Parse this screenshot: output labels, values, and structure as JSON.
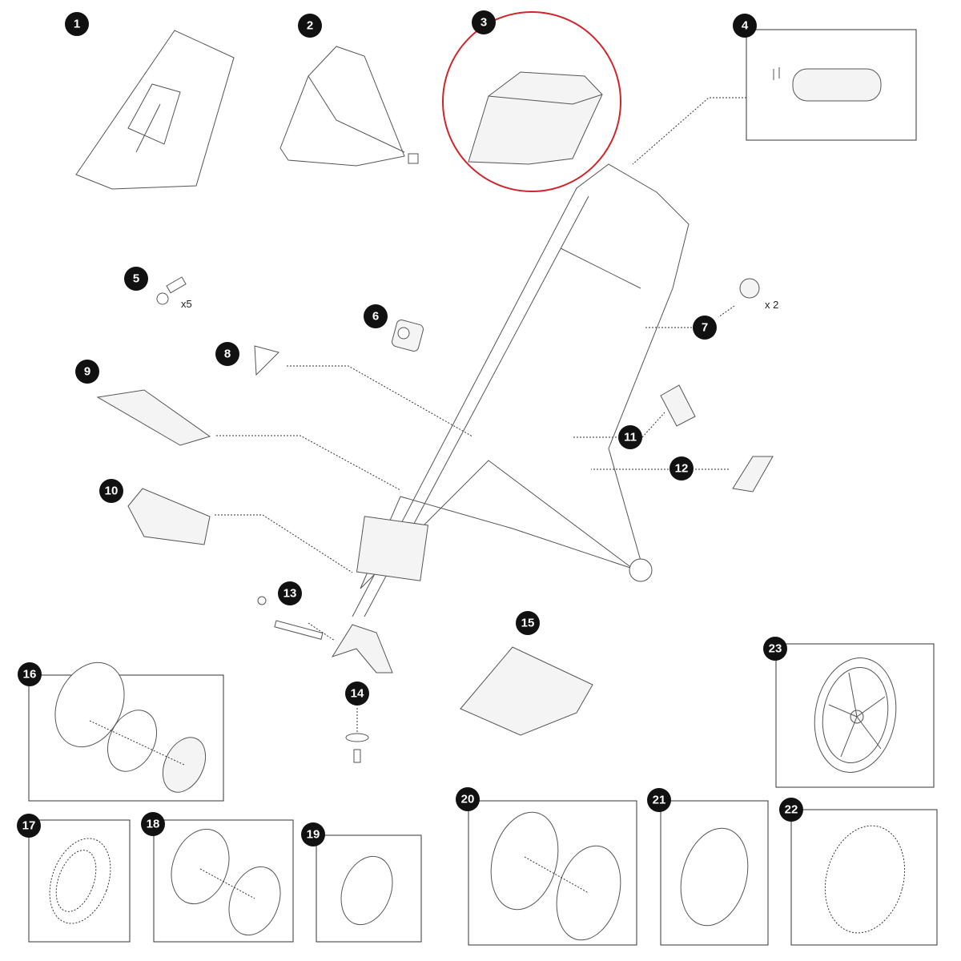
{
  "diagram": {
    "highlight_color": "#d0262b",
    "highlighted_part": "3",
    "parts": [
      {
        "id": "1"
      },
      {
        "id": "2"
      },
      {
        "id": "3"
      },
      {
        "id": "4"
      },
      {
        "id": "5",
        "qty": "x5"
      },
      {
        "id": "6"
      },
      {
        "id": "7",
        "qty": "x 2"
      },
      {
        "id": "8"
      },
      {
        "id": "9"
      },
      {
        "id": "10"
      },
      {
        "id": "11"
      },
      {
        "id": "12"
      },
      {
        "id": "13"
      },
      {
        "id": "14"
      },
      {
        "id": "15"
      },
      {
        "id": "16"
      },
      {
        "id": "17"
      },
      {
        "id": "18"
      },
      {
        "id": "19"
      },
      {
        "id": "20"
      },
      {
        "id": "21"
      },
      {
        "id": "22"
      },
      {
        "id": "23"
      }
    ]
  }
}
